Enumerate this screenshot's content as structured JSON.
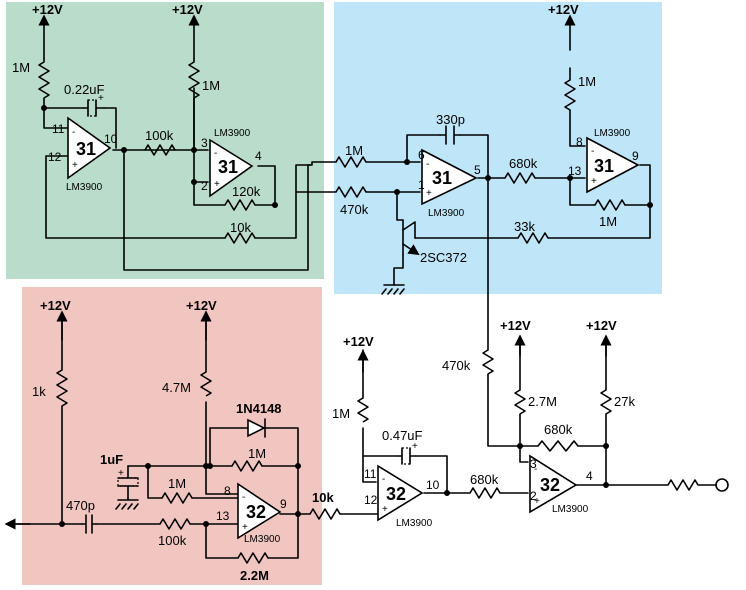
{
  "colors": {
    "region_green": "#b9dccb",
    "region_blue": "#bfe6f8",
    "region_red": "#f2c6c0"
  },
  "supply": "+12V",
  "opamp_part": "LM3900",
  "amps": {
    "a1": {
      "num": "31",
      "pin_inv": "11",
      "pin_non": "12",
      "pin_out": "10"
    },
    "a2": {
      "num": "31",
      "pin_inv": "3",
      "pin_non": "2",
      "pin_out": "4"
    },
    "a3": {
      "num": "31",
      "pin_inv": "6",
      "pin_non": "1",
      "pin_out": "5"
    },
    "a4": {
      "num": "31",
      "pin_inv": "8",
      "pin_non": "13",
      "pin_out": "9"
    },
    "a5": {
      "num": "32",
      "pin_inv": "8",
      "pin_non": "13",
      "pin_out": "9"
    },
    "a6": {
      "num": "32",
      "pin_inv": "11",
      "pin_non": "12",
      "pin_out": "10"
    },
    "a7": {
      "num": "32",
      "pin_inv": "3",
      "pin_non": "2",
      "pin_out": "4"
    }
  },
  "labels": {
    "g_1m": "1M",
    "g_cap": "0.22uF",
    "g_100k": "100k",
    "g_1m_b": "1M",
    "g_120k": "120k",
    "g_10k": "10k",
    "b_330p": "330p",
    "b_1m_in": "1M",
    "b_470k_in": "470k",
    "b_680k": "680k",
    "b_1m_top": "1M",
    "b_1m_fb": "1M",
    "b_33k": "33k",
    "b_trans": "2SC372",
    "r_1k": "1k",
    "r_4m7": "4.7M",
    "r_diode": "1N4148",
    "r_1m_a": "1M",
    "r_1uf": "1uF",
    "r_1m_b": "1M",
    "r_470p": "470p",
    "r_100k": "100k",
    "r_2m2": "2.2M",
    "r_10k": "10k",
    "o_1m": "1M",
    "o_cap": "0.47uF",
    "o_680k_a": "680k",
    "o_470k": "470k",
    "o_2m7": "2.7M",
    "o_680k_b": "680k",
    "o_27k": "27k"
  }
}
